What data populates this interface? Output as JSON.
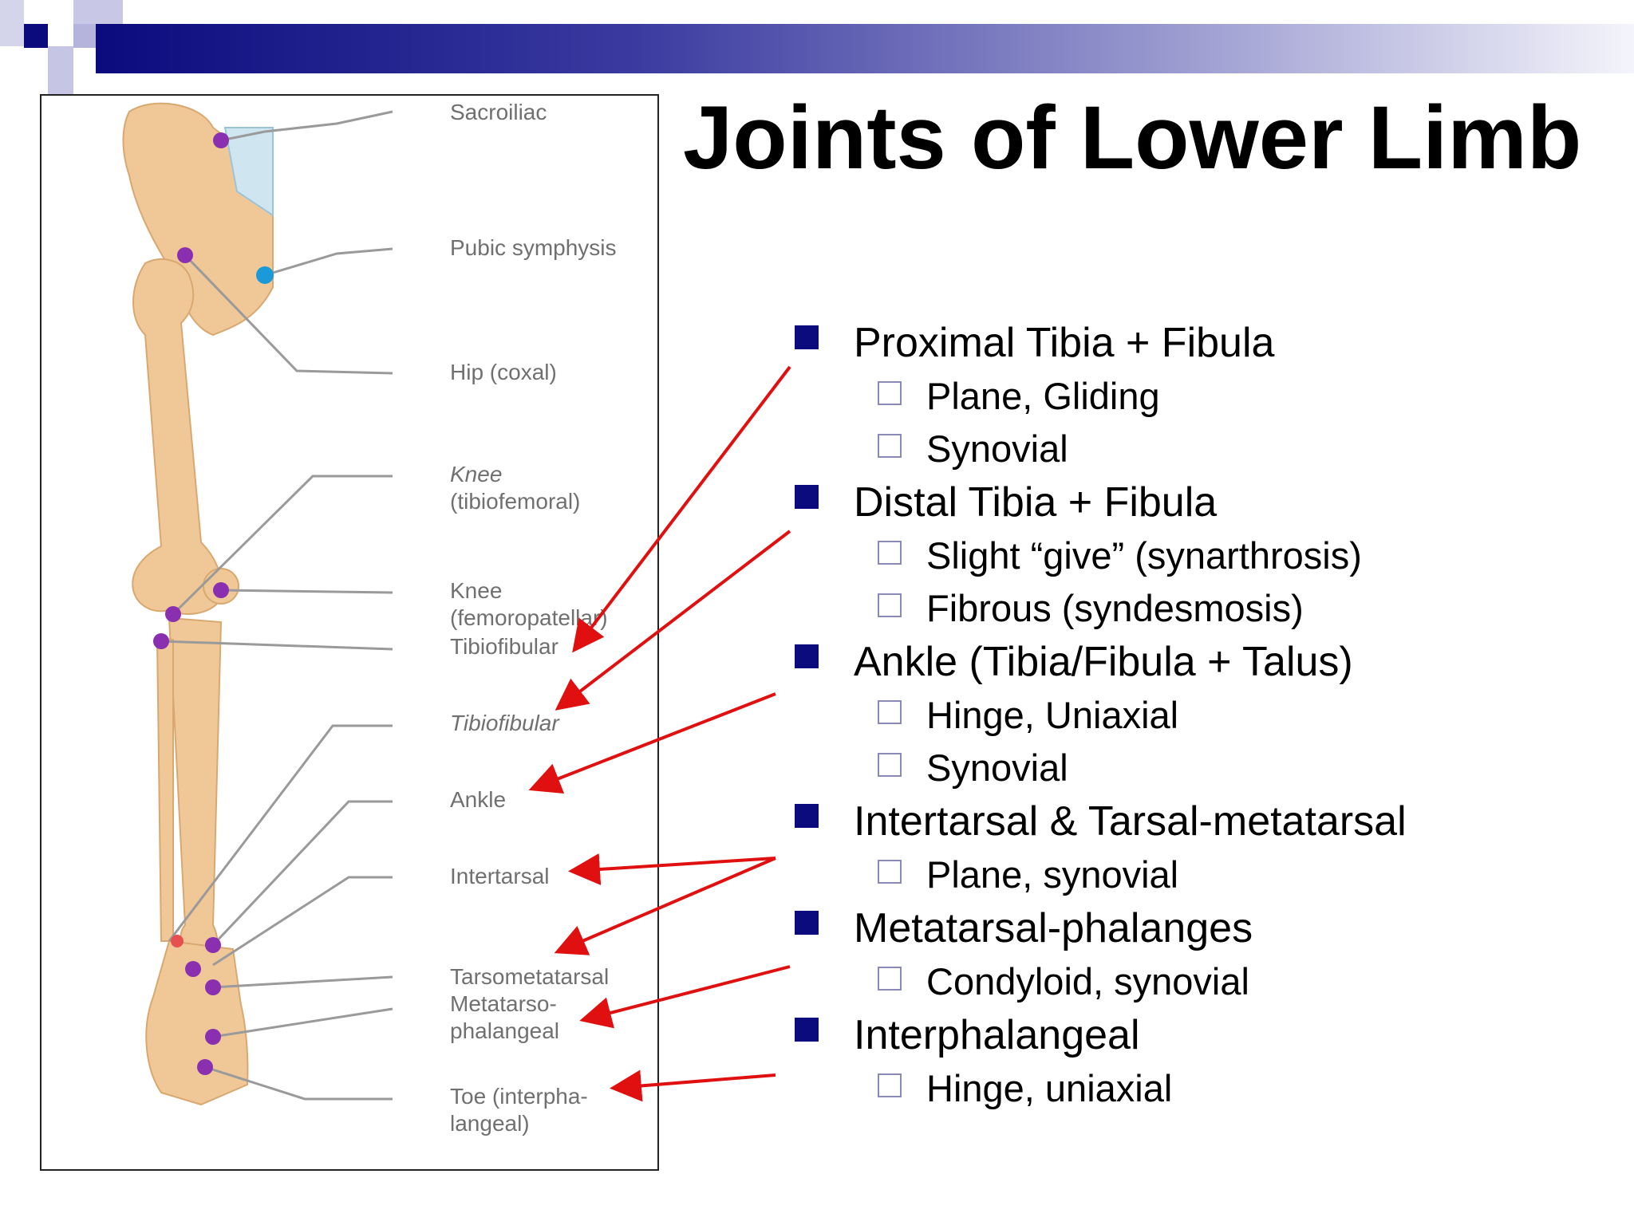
{
  "slide": {
    "title": "Joints of Lower Limb"
  },
  "colors": {
    "header_dark": "#0b0b7e",
    "bullet_square": "#0b0b7e",
    "arrow": "#e01010",
    "bone": "#f0c898",
    "joint_dot": "#8a2fb0"
  },
  "figure": {
    "labels": [
      "Sacroiliac",
      "Pubic symphysis",
      "Hip (coxal)",
      "Knee",
      "(tibiofemoral)",
      "Knee",
      "(femoropatellar)",
      "Tibiofibular",
      "Tibiofibular",
      "Ankle",
      "Intertarsal",
      "Tarsometatarsal",
      "Metatarso-",
      "phalangeal",
      "Toe (interpha-",
      "langeal)"
    ]
  },
  "bullets": [
    {
      "text": "Proximal Tibia + Fibula",
      "subs": [
        "Plane, Gliding",
        "Synovial"
      ]
    },
    {
      "text": "Distal Tibia + Fibula",
      "subs": [
        "Slight “give” (synarthrosis)",
        "Fibrous (syndesmosis)"
      ]
    },
    {
      "text": "Ankle (Tibia/Fibula + Talus)",
      "subs": [
        "Hinge, Uniaxial",
        "Synovial"
      ]
    },
    {
      "text": "Intertarsal & Tarsal-metatarsal",
      "subs": [
        "Plane, synovial"
      ]
    },
    {
      "text": "Metatarsal-phalanges",
      "subs": [
        "Condyloid, synovial"
      ]
    },
    {
      "text": "Interphalangeal",
      "subs": [
        "Hinge, uniaxial"
      ]
    }
  ]
}
